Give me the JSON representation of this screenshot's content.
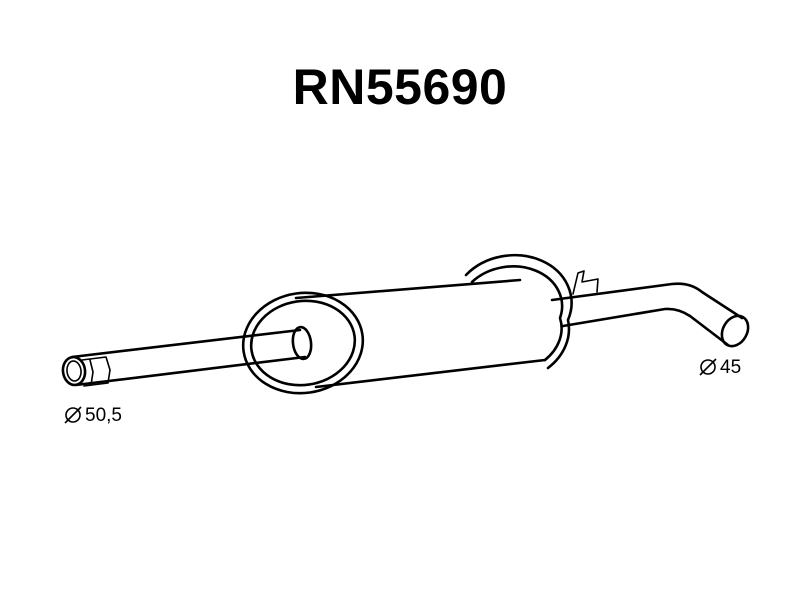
{
  "part_number": "RN55690",
  "dimensions": {
    "inlet_diameter": "50,5",
    "outlet_diameter": "45"
  },
  "colors": {
    "line": "#000000",
    "background": "#ffffff"
  }
}
